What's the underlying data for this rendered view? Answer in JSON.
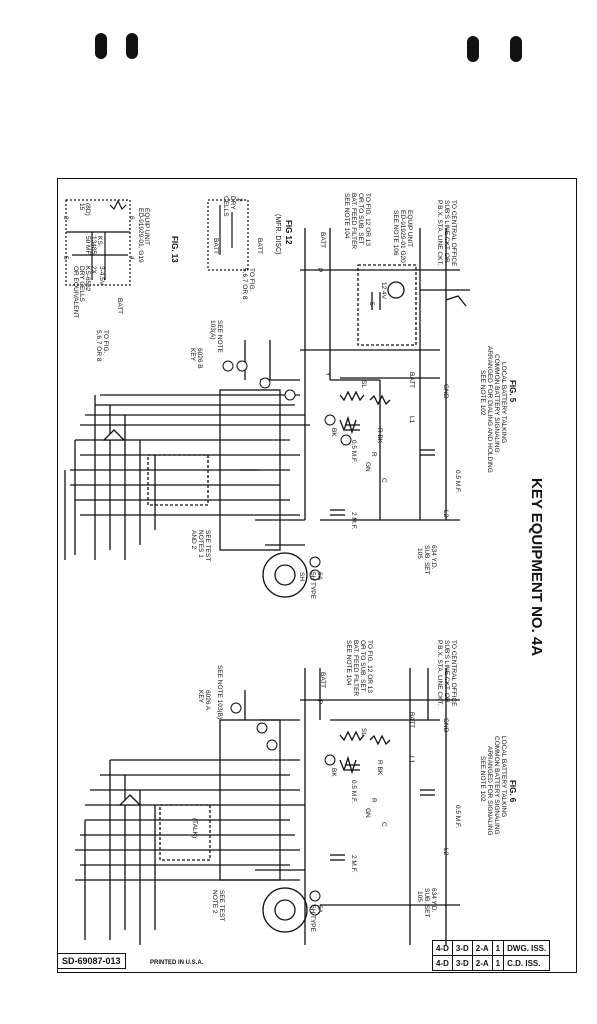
{
  "page": {
    "title": "KEY EQUIPMENT NO. 4A",
    "drawing_number": "SD-69087-013",
    "printed_in": "PRINTED IN U.S.A."
  },
  "issue_table": {
    "rows": [
      {
        "cells": [
          "4-D",
          "3-D",
          "2-A",
          "1"
        ],
        "label": "DWG. ISS."
      },
      {
        "cells": [
          "4-D",
          "3-D",
          "2-A",
          "1"
        ],
        "label": "C.D. ISS."
      }
    ]
  },
  "fig13": {
    "title": "FIG. 13",
    "equip_lines": [
      "EQUIP UNIT",
      "ED-91929-01, G19"
    ],
    "resistor": [
      "KS-",
      "13485",
      "50 MF"
    ],
    "cap": [
      "(8D)",
      "15"
    ],
    "batt": "BATT",
    "dry_cell": [
      "3-4.5V",
      "DRY CELLS",
      "OR EQUIVALENT"
    ],
    "cell_ref": [
      "2X",
      "KS-6562"
    ],
    "to_fig": [
      "TO FIG.",
      "5,6,7 OR 8"
    ],
    "terms": [
      "3",
      "4",
      "5",
      "6"
    ]
  },
  "fig12": {
    "title": "FIG 12",
    "subtitle": "(MFR. DISC)",
    "cells": [
      "2",
      "DRY",
      "CELLS"
    ],
    "batt_a": "BATT",
    "batt_b": "BATT",
    "to_fig": [
      "TO FIG.",
      "5,6,7 OR 8"
    ]
  },
  "fig5": {
    "title": "FIG. 5",
    "desc": [
      "LOCAL BATTERY TALKING",
      "COMMON BATTERY SIGNALING",
      "ARRANGED FOR DIALING AND HOLDING",
      "SEE NOTE 102"
    ],
    "to_fig": [
      "TO FIG. 12 OR 13",
      "OR TO SUB. SET",
      "BAT. FEED FILTER",
      "SEE NOTE 104"
    ],
    "to_co": [
      "TO CENTRAL OFFICE",
      "SUB'S LINE CKT. OR",
      "P.B.X. STA. LINE CKT."
    ],
    "equip": [
      "EQUIP UNIT",
      "ED-91929-01 G20",
      "SEE NOTE 106"
    ],
    "see_note": [
      "SEE NOTE",
      "103(A)"
    ],
    "key": [
      "6026 B",
      "KEY"
    ],
    "test_note": [
      "SEE TEST",
      "NOTES 1",
      "AND 2"
    ],
    "subset": [
      "634 Y.D.",
      "SUB. SET",
      "105"
    ],
    "dial": [
      "6A",
      "5H TYPE"
    ],
    "caps": [
      "0.5 M.F.",
      "2 M.F.",
      "0.5 M.F."
    ],
    "labels": [
      "BATT",
      "BATT",
      "GND",
      "SL",
      "BK",
      "R",
      "GN",
      "C",
      "L1",
      "L2",
      "R BK",
      "SH",
      "P",
      "Y",
      "12.4V",
      "5"
    ]
  },
  "fig6": {
    "title": "FIG. 6",
    "desc": [
      "LOCAL BATTERY TALKING",
      "COMMON BATTERY SIGNALING",
      "ARRANGED FOR SIGNALING",
      "SEE NOTE 102"
    ],
    "to_fig": [
      "TO FIG. 12 OR 13",
      "OR TO SUB. SET",
      "BAT. FEED FILTER",
      "SEE NOTE 104"
    ],
    "to_co": [
      "TO CENTRAL OFFICE",
      "SUB'S LINE CKT. OR",
      "P.B.X. STA. LINE CKT."
    ],
    "see_note": [
      "SEE NOTE 103(B)"
    ],
    "key": [
      "6026 A",
      "KEY"
    ],
    "talk": "(TALK)",
    "test_note": [
      "SEE TEST",
      "NOTE 2"
    ],
    "subset": [
      "634 Y.D.",
      "SUB. SET",
      "105"
    ],
    "dial": [
      "6A",
      "5H TYPE"
    ],
    "caps": [
      "0.5 M.F.",
      "2 M.F.",
      "0.5 M.F."
    ],
    "labels": [
      "BATT",
      "BATT",
      "GND",
      "SL",
      "BK",
      "R",
      "GN",
      "C",
      "L1",
      "L2",
      "R BK",
      "P"
    ]
  }
}
